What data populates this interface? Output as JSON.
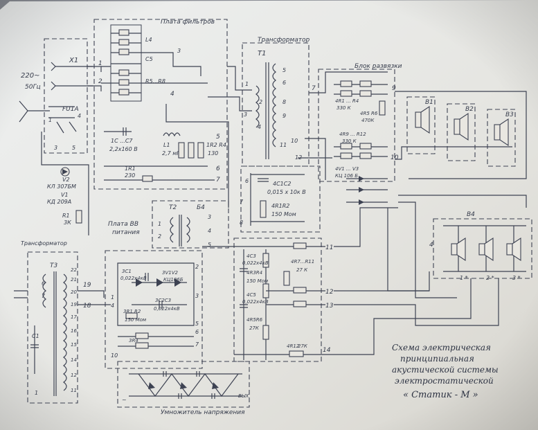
{
  "title": {
    "line1": "Схема электрическая",
    "line2": "принципиальная",
    "line3": "акустической системы",
    "line4": "электростатической",
    "line5": "« Статик - М »"
  },
  "blocks": {
    "filter_board": "Плата фильтров",
    "transformer": "Трансформатор",
    "decoupling": "Блок развязки",
    "hv_board_1": "Плата ВВ",
    "hv_board_2": "питания",
    "transformer_left": "Трансформатор",
    "multiplier": "Умножитель напряжения"
  },
  "designators": {
    "X1": "X1",
    "FU": "FU1А",
    "T1": "T1",
    "T2": "T2",
    "T3": "T3",
    "V1": "V1",
    "V2": "V2",
    "R1": "R1",
    "B1": "B1",
    "B2": "B2",
    "B3": "B3",
    "B4": "B4",
    "mains": "220~",
    "mains_freq": "50Гц",
    "t2_side": "Б4"
  },
  "components": {
    "v2_part": "КЛ 307БМ",
    "v1_part": "КД 209А",
    "r1_val": "3К",
    "c1_val": "2,2х160 В",
    "l1_val": "2,7 мГ",
    "r_block_val": "130",
    "c2_label": "4С1С2",
    "c2_val": "0,015 x 10к В",
    "r2_label": "4R1R2",
    "r2_val": "150 Мом",
    "r_470": "470К",
    "r_330": "330 К",
    "r_27k": "27 К",
    "c3_label": "4C3",
    "c3_val": "0,022х4кВ",
    "r4_label": "4R3R4",
    "r4_val": "150 Мом",
    "r6_label": "4R5R6",
    "r6_val": "27К",
    "r7_label": "4R7...R11",
    "r7_val": "27 К",
    "r12_val": "27К",
    "hv_c": "0,022x4кВ",
    "hv_r": "150 Мом"
  },
  "node_numbers": [
    "1",
    "2",
    "3",
    "4",
    "5",
    "6",
    "7",
    "8",
    "9",
    "10",
    "11",
    "12",
    "13",
    "14"
  ]
}
